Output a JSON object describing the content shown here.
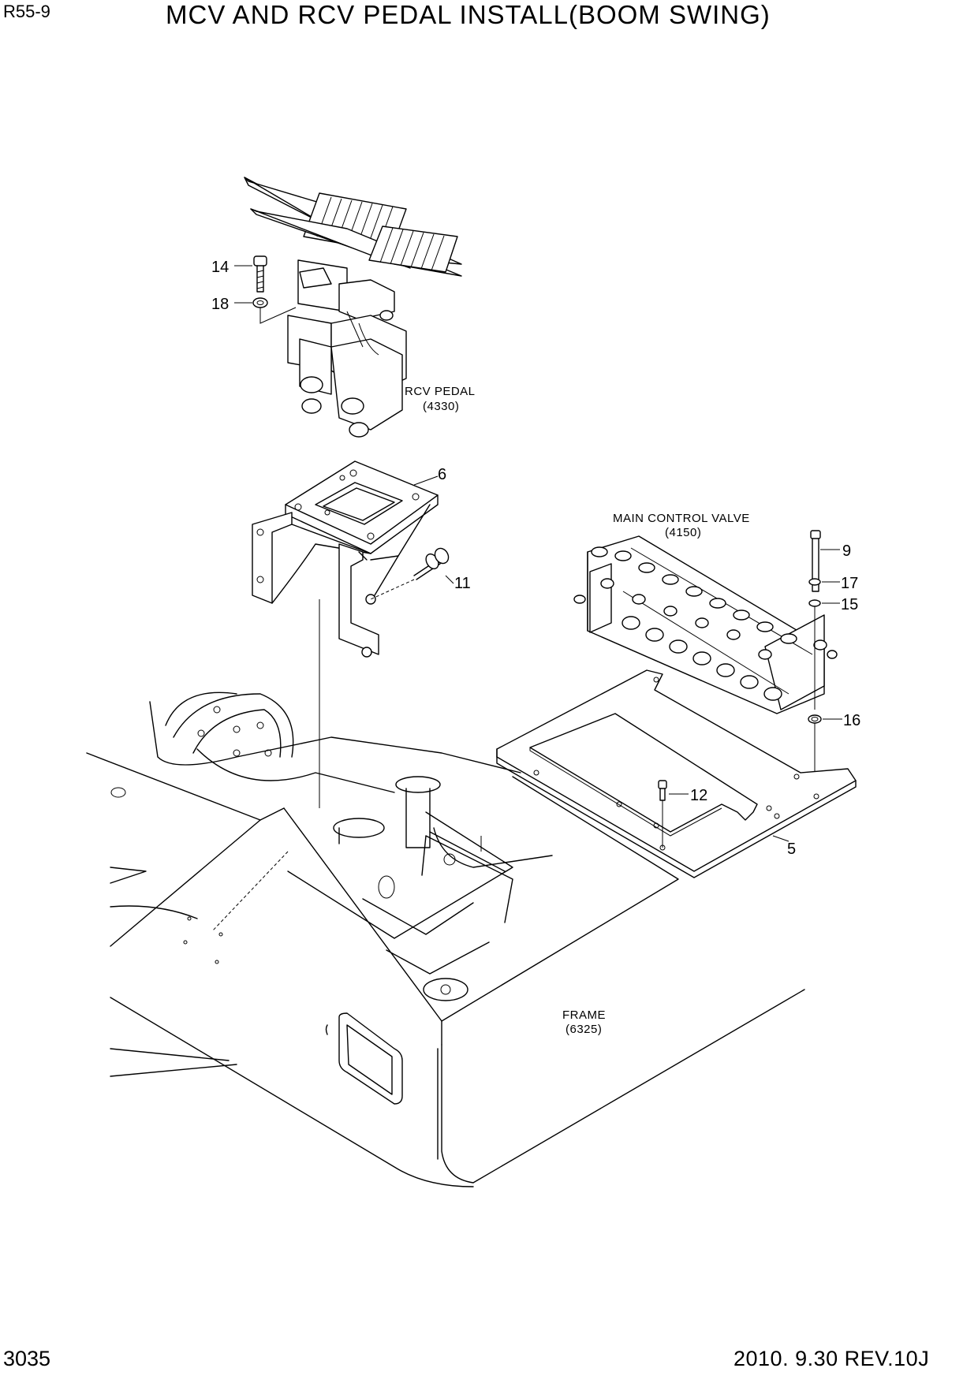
{
  "header": {
    "model": "R55-9",
    "title": "MCV AND RCV PEDAL INSTALL(BOOM SWING)"
  },
  "footer": {
    "page_number": "3035",
    "revision": "2010. 9.30  REV.10J"
  },
  "assemblies": {
    "rcv_pedal": {
      "name": "RCV PEDAL",
      "code": "(4330)"
    },
    "main_control_valve": {
      "name": "MAIN CONTROL VALVE",
      "code": "(4150)"
    },
    "frame": {
      "name": "FRAME",
      "code": "(6325)"
    }
  },
  "callouts": {
    "c14": "14",
    "c18": "18",
    "c6": "6",
    "c11": "11",
    "c9": "9",
    "c17": "17",
    "c15": "15",
    "c16": "16",
    "c12": "12",
    "c5": "5"
  }
}
